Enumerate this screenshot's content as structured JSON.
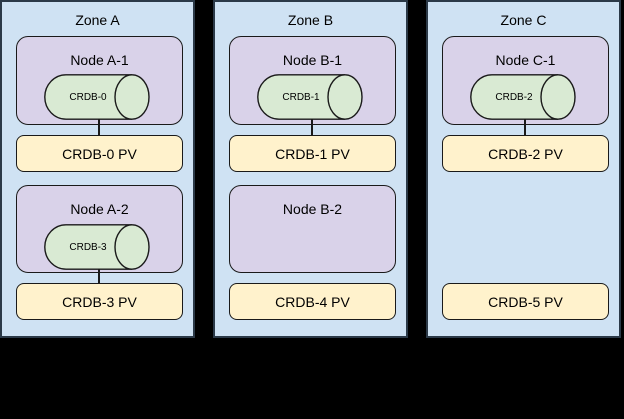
{
  "palette": {
    "background": "#000000",
    "zone_fill": "#cfe2f3",
    "node_fill": "#d9d2e9",
    "cylinder_fill": "#d9ead3",
    "pv_fill": "#fff2cc",
    "border": "#1a1a1a"
  },
  "zones": [
    {
      "title": "Zone A",
      "nodes": [
        {
          "label": "Node A-1",
          "store": "CRDB-0"
        },
        {
          "label": "Node A-2",
          "store": "CRDB-3"
        }
      ],
      "pvs": [
        "CRDB-0 PV",
        "CRDB-3 PV"
      ]
    },
    {
      "title": "Zone B",
      "nodes": [
        {
          "label": "Node B-1",
          "store": "CRDB-1"
        },
        {
          "label": "Node B-2"
        }
      ],
      "pvs": [
        "CRDB-1 PV",
        "CRDB-4 PV"
      ]
    },
    {
      "title": "Zone C",
      "nodes": [
        {
          "label": "Node C-1",
          "store": "CRDB-2"
        }
      ],
      "pvs": [
        "CRDB-2 PV",
        "CRDB-5 PV"
      ]
    }
  ]
}
